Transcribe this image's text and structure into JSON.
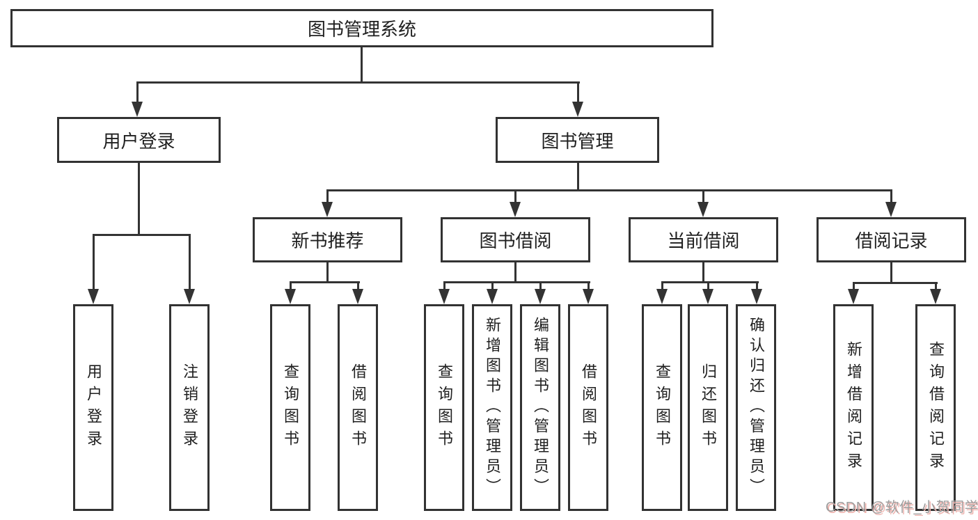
{
  "diagram": {
    "root": "图书管理系统",
    "level1": {
      "user_login": "用户登录",
      "book_mgmt": "图书管理"
    },
    "level2": {
      "new_book_rec": "新书推荐",
      "book_borrow": "图书借阅",
      "current_borrow": "当前借阅",
      "borrow_record": "借阅记录"
    },
    "leaves": {
      "user_login": "用户登录",
      "logout": "注销登录",
      "query_books_a": "查询图书",
      "borrow_books_a": "借阅图书",
      "query_books_b": "查询图书",
      "add_books_admin": "新增图书（管理员）",
      "edit_books_admin": "编辑图书（管理员）",
      "borrow_books_b": "借阅图书",
      "query_books_c": "查询图书",
      "return_books": "归还图书",
      "confirm_return_admin": "确认归还（管理员）",
      "add_borrow_record": "新增借阅记录",
      "query_borrow_record": "查询借阅记录"
    }
  },
  "watermark": {
    "text": "CSDN @软件_小贺同学"
  },
  "colors": {
    "line": "#333333",
    "text": "#1f1f1f",
    "background": "#ffffff",
    "watermark": "#9e9e9e",
    "watermark_shadow": "#eeb3ae"
  }
}
